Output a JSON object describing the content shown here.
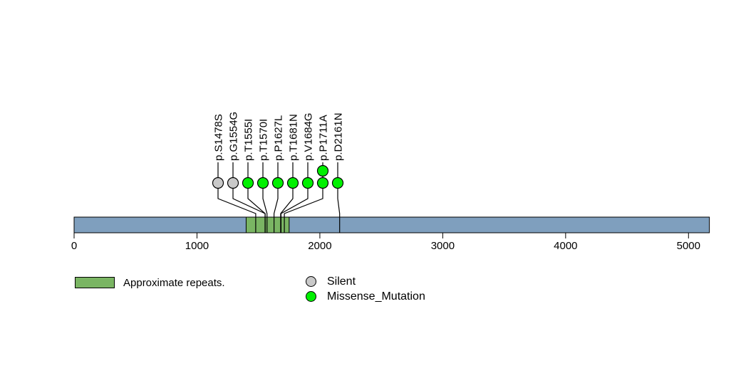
{
  "chart_data": {
    "type": "lollipop",
    "title": "",
    "xlabel": "",
    "ylabel": "",
    "axis": {
      "min": 0,
      "max": 5170,
      "ticks": [
        0,
        1000,
        2000,
        3000,
        4000,
        5000
      ]
    },
    "grid": false,
    "backbone": {
      "start": 0,
      "end": 5170
    },
    "domains": [
      {
        "name": "Approximate repeats.",
        "start": 1400,
        "end": 1750
      }
    ],
    "mutations": [
      {
        "label": "p.S1478S",
        "position": 1478,
        "type": "Silent",
        "count": 1
      },
      {
        "label": "p.G1554G",
        "position": 1554,
        "type": "Silent",
        "count": 1
      },
      {
        "label": "p.T1555I",
        "position": 1555,
        "type": "Missense_Mutation",
        "count": 1
      },
      {
        "label": "p.T1570I",
        "position": 1570,
        "type": "Missense_Mutation",
        "count": 1
      },
      {
        "label": "p.P1627L",
        "position": 1627,
        "type": "Missense_Mutation",
        "count": 1
      },
      {
        "label": "p.T1681N",
        "position": 1681,
        "type": "Missense_Mutation",
        "count": 1
      },
      {
        "label": "p.V1684G",
        "position": 1684,
        "type": "Missense_Mutation",
        "count": 1
      },
      {
        "label": "p.P1711A",
        "position": 1711,
        "type": "Missense_Mutation",
        "count": 2
      },
      {
        "label": "p.D2161N",
        "position": 2161,
        "type": "Missense_Mutation",
        "count": 1
      }
    ],
    "legend": {
      "domain_label": "Approximate repeats.",
      "mutation_types": [
        {
          "label": "Silent",
          "color": "#c9c9c9"
        },
        {
          "label": "Missense_Mutation",
          "color": "#00f000"
        }
      ],
      "position": "bottom"
    },
    "colors": {
      "backbone": "#7f9fbe",
      "domain": "#7ab563",
      "silent": "#c9c9c9",
      "missense": "#00f000",
      "stroke": "#000000",
      "background": "#ffffff"
    }
  }
}
